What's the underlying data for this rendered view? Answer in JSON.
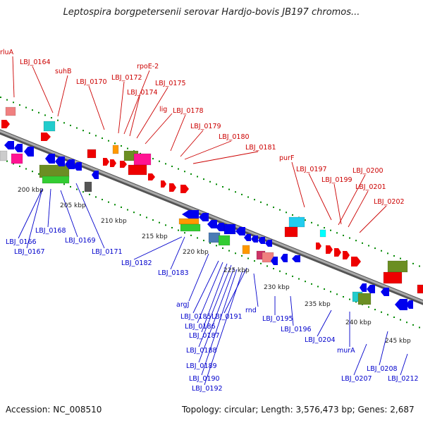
{
  "title": "Leptospira borgpetersenii serovar Hardjo-bovis JB197 chromos...",
  "accession": "Accession: NC_008510",
  "topology": "Topology: circular; Length: 3,576,473 bp; Genes: 2,687",
  "colors": {
    "forward_label": "#cc0000",
    "reverse_label": "#0000cc",
    "backbone": "#888888",
    "gene_forward": "#ee0000",
    "gene_reverse": "#0000ee",
    "tick": "#008800"
  },
  "scale_ticks": [
    "200 kbp",
    "205 kbp",
    "210 kbp",
    "215 kbp",
    "220 kbp",
    "225 kbp",
    "230 kbp",
    "235 kbp",
    "240 kbp",
    "245 kbp"
  ],
  "forward_labels": [
    "rluA",
    "LBJ_0164",
    "suhB",
    "LBJ_0170",
    "LBJ_0172",
    "rpoE-2",
    "LBJ_0175",
    "LBJ_0174",
    "lig",
    "LBJ_0178",
    "LBJ_0179",
    "LBJ_0180",
    "LBJ_0181",
    "purF",
    "LBJ_0197",
    "LBJ_0199",
    "LBJ_0200",
    "LBJ_0201",
    "LBJ_0202"
  ],
  "reverse_labels": [
    "LBJ_0166",
    "LBJ_0168",
    "LBJ_0167",
    "LBJ_0169",
    "LBJ_0171",
    "LBJ_0182",
    "LBJ_0183",
    "argJ",
    "LBJ_0185",
    "LBJ_0191",
    "LBJ_0186",
    "LBJ_0187",
    "LBJ_0188",
    "LBJ_0189",
    "LBJ_0190",
    "LBJ_0192",
    "rnd",
    "LBJ_0195",
    "LBJ_0196",
    "LBJ_0204",
    "murA",
    "LBJ_0207",
    "LBJ_0208",
    "LBJ_0212"
  ]
}
